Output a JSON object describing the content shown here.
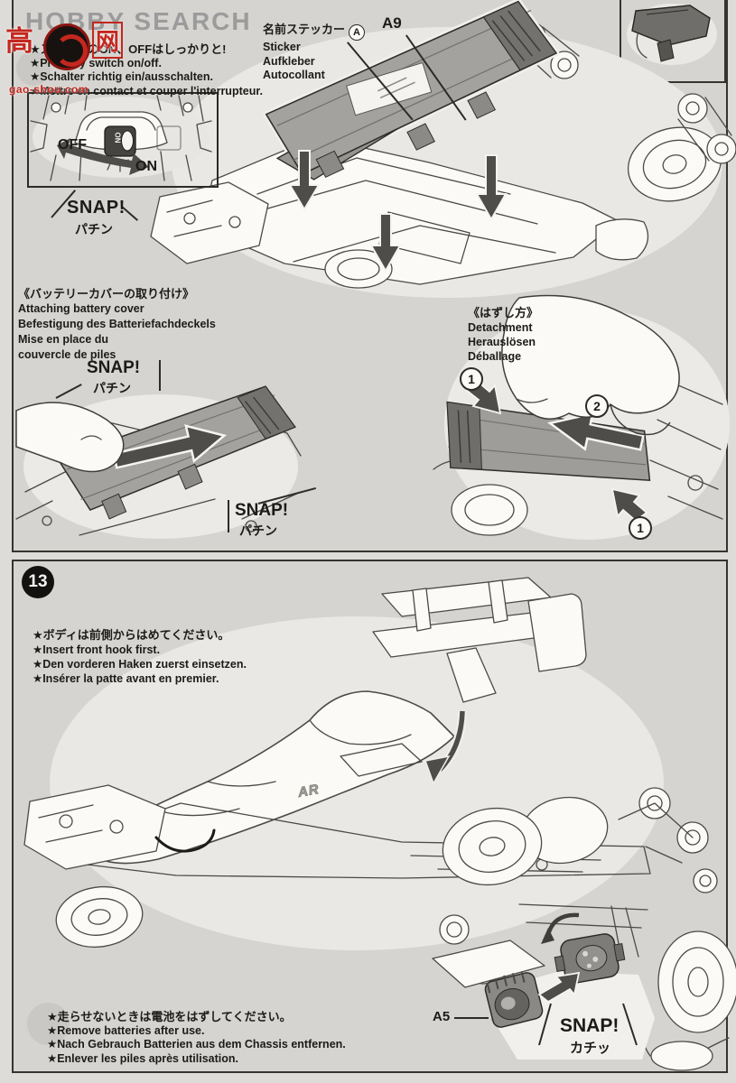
{
  "colors": {
    "page_bg": "#dddcd8",
    "panel_bg": "#d5d4d0",
    "panel_border": "#35342f",
    "ink": "#1c1b19",
    "line_art": "#4b4a47",
    "part_gray": "#a3a29e",
    "arrow_gray": "#4e4d4a",
    "watermark_gray": "#9c9b9c",
    "watermark_red": "#c4271f"
  },
  "watermark": {
    "site_name": "HOBBY SEARCH",
    "logo_left": "高",
    "logo_right": "网",
    "logo_sub": "gao-shou.com"
  },
  "panel_top": {
    "switch_notes": {
      "jp": "★スイッチのON、OFFはしっかりと!",
      "en": "★Properly switch on/off.",
      "de": "★Schalter richtig ein/ausschalten.",
      "fr": "★Mettre en contact et couper l'interrupteur."
    },
    "switch": {
      "off_label": "OFF",
      "on_label": "ON",
      "knob_label": "ON"
    },
    "snap_switch": {
      "main": "SNAP!",
      "jp": "パチン"
    },
    "sticker_label": {
      "jp": "名前ステッカー",
      "badge": "A",
      "en": "Sticker",
      "de": "Aufkleber",
      "fr": "Autocollant"
    },
    "part_a9": "A9",
    "attach_heading": {
      "jp": "《バッテリーカバーの取り付け》",
      "en": "Attaching battery cover",
      "de": "Befestigung des Batteriefachdeckels",
      "fr_line1": "Mise en place du",
      "fr_line2": "couvercle de piles"
    },
    "snap_attach": {
      "main": "SNAP!",
      "jp": "パチン"
    },
    "snap_attach2": {
      "main": "SNAP!",
      "jp": "パチン"
    },
    "detach_heading": {
      "jp": "《はずし方》",
      "en": "Detachment",
      "de": "Herauslösen",
      "fr": "Déballage"
    },
    "step_circles": {
      "first": "1",
      "second": "2",
      "first_again": "1"
    }
  },
  "panel_step13": {
    "step_number": "13",
    "body_notes": {
      "jp": "★ボディは前側からはめてください。",
      "en": "★Insert front hook first.",
      "de": "★Den vorderen Haken zuerst einsetzen.",
      "fr": "★Insérer la patte avant en premier."
    },
    "body_logo": "AR",
    "part_a5": "A5",
    "snap_fit": {
      "main": "SNAP!",
      "jp": "カチッ"
    },
    "battery_notes": {
      "jp": "★走らせないときは電池をはずしてください。",
      "en": "★Remove batteries after use.",
      "de": "★Nach Gebrauch Batterien aus dem Chassis entfernen.",
      "fr": "★Enlever les piles après utilisation."
    }
  }
}
